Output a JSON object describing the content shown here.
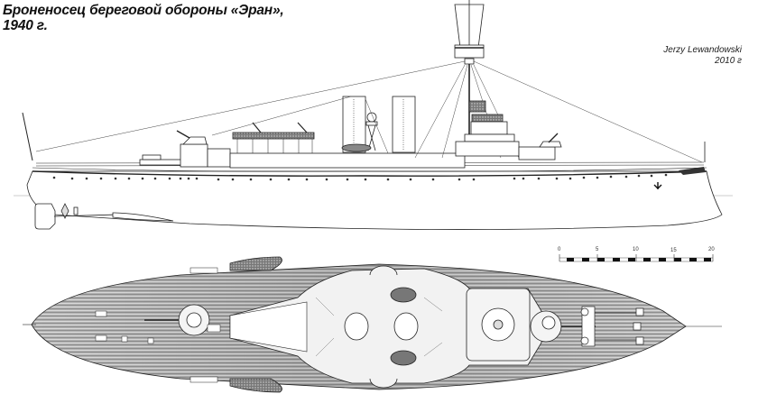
{
  "header": {
    "title_line1": "Броненосец береговой обороны «Эран»,",
    "title_line2": "1940 г."
  },
  "credit": {
    "author": "Jerzy Lewandowski",
    "year": "2010 г"
  },
  "scale_bar": {
    "ticks": [
      "0",
      "5",
      "10",
      "15",
      "20"
    ]
  },
  "views": {
    "side": "side-profile-view",
    "plan": "top-plan-view"
  },
  "colors": {
    "line": "#222222",
    "deck_wood": "#9a9a9a",
    "deck_light": "#c8c8c8",
    "superstructure": "#ffffff"
  }
}
